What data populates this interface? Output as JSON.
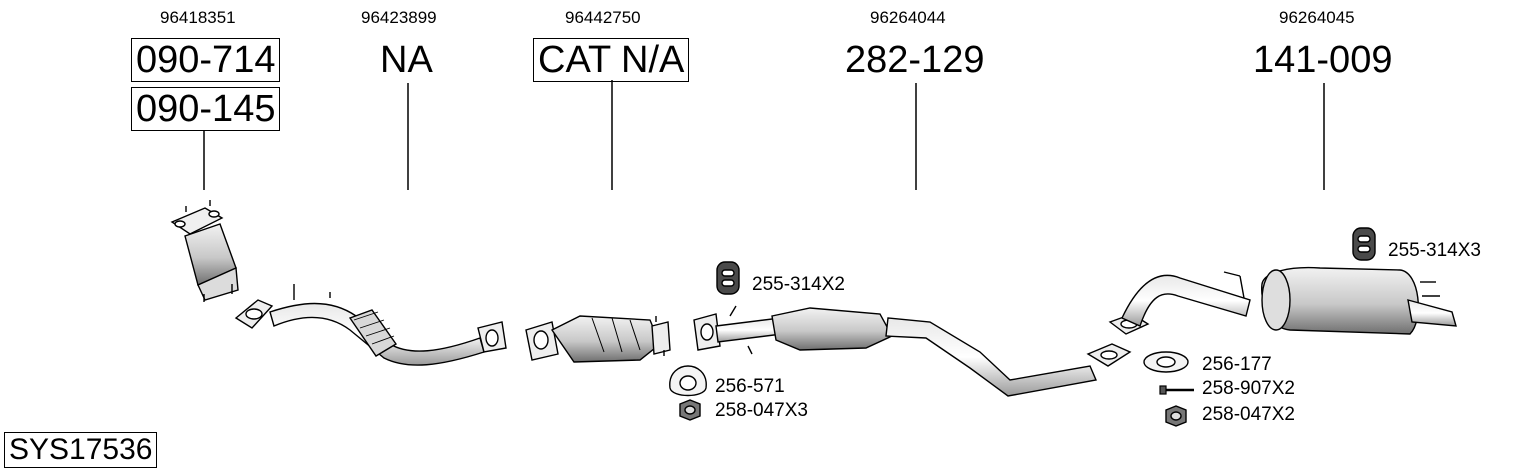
{
  "system_code": "SYS17536",
  "columns": [
    {
      "oem": "96418351",
      "parts": [
        "090-714",
        "090-145"
      ]
    },
    {
      "oem": "96423899",
      "parts": [
        "NA"
      ]
    },
    {
      "oem": "96442750",
      "parts": [
        "CAT N/A"
      ]
    },
    {
      "oem": "96264044",
      "parts": [
        "282-129"
      ]
    },
    {
      "oem": "96264045",
      "parts": [
        "141-009"
      ]
    }
  ],
  "accessories": {
    "hanger_front": "255-314X2",
    "hanger_rear": "255-314X3",
    "gasket_front": "256-571",
    "nut_front": "258-047X3",
    "gasket_rear": "256-177",
    "bolt_rear": "258-907X2",
    "nut_rear": "258-047X2"
  },
  "icons": [
    "rubber-hanger-icon",
    "gasket-icon",
    "nut-icon",
    "bolt-icon"
  ]
}
